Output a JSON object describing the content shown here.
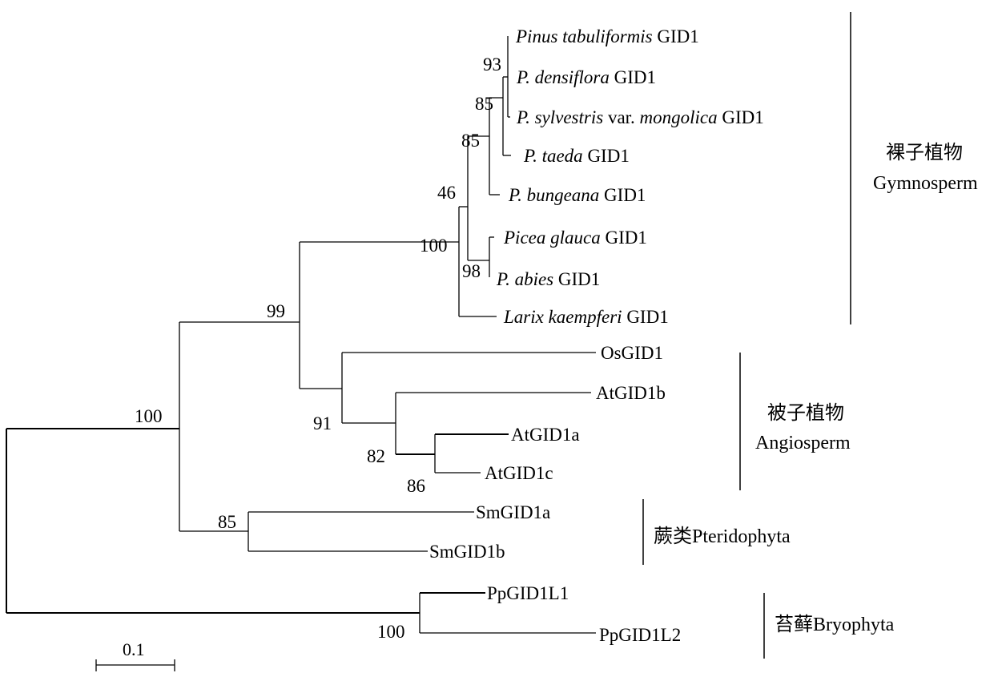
{
  "leaves": [
    {
      "id": "tabuliformis",
      "italic": "Pinus tabuliformis",
      "plain": " GID1"
    },
    {
      "id": "densiflora",
      "italic": "P. densiflora",
      "plain": " GID1"
    },
    {
      "id": "sylvestris",
      "italic": "P. sylvestris",
      "plain": " var. ",
      "italic2": "mongolica",
      "plain2": " GID1"
    },
    {
      "id": "taeda",
      "italic": "P. taeda",
      "plain": " GID1"
    },
    {
      "id": "bungeana",
      "italic": "P. bungeana",
      "plain": " GID1"
    },
    {
      "id": "glauca",
      "italic": "Picea glauca",
      "plain": " GID1"
    },
    {
      "id": "abies",
      "italic": "P. abies",
      "plain": " GID1"
    },
    {
      "id": "larix",
      "italic": "Larix kaempferi",
      "plain": " GID1"
    },
    {
      "id": "os",
      "plain": "OsGID1"
    },
    {
      "id": "at1b",
      "plain": "AtGID1b"
    },
    {
      "id": "at1a",
      "plain": "AtGID1a"
    },
    {
      "id": "at1c",
      "plain": "AtGID1c"
    },
    {
      "id": "sm1a",
      "plain": "SmGID1a"
    },
    {
      "id": "sm1b",
      "plain": "SmGID1b"
    },
    {
      "id": "pp1",
      "plain": "PpGID1L1"
    },
    {
      "id": "pp2",
      "plain": "PpGID1L2"
    }
  ],
  "bootstrap": {
    "n93": "93",
    "n85a": "85",
    "n85b": "85",
    "n46": "46",
    "n100g": "100",
    "n98": "98",
    "n99": "99",
    "n100a": "100",
    "n91": "91",
    "n82": "82",
    "n86": "86",
    "n85p": "85",
    "n100b": "100"
  },
  "groups": {
    "gymno_cn": "裸子植物",
    "gymno_en": "Gymnosperm",
    "angio_cn": "被子植物",
    "angio_en": "Angiosperm",
    "pterido": "蕨类Pteridophyta",
    "bryo": "苔藓Bryophyta"
  },
  "scale_bar": {
    "label": "0.1"
  }
}
